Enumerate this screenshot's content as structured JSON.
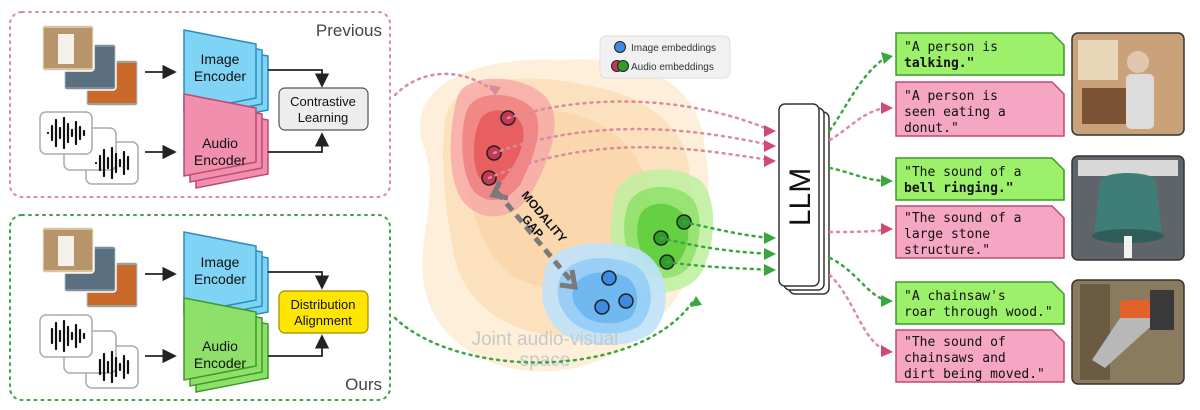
{
  "panels": {
    "previous": {
      "title": "Previous",
      "image_encoder": [
        "Image",
        "Encoder"
      ],
      "audio_encoder": [
        "Audio",
        "Encoder"
      ],
      "method": [
        "Contrastive",
        "Learning"
      ]
    },
    "ours": {
      "title": "Ours",
      "image_encoder": [
        "Image",
        "Encoder"
      ],
      "audio_encoder": [
        "Audio",
        "Encoder"
      ],
      "method": [
        "Distribution",
        "Alignment"
      ]
    }
  },
  "legend": {
    "image": "Image embeddings",
    "audio": "Audio embeddings"
  },
  "space": {
    "gap_label": [
      "MODALITY",
      "GAP"
    ],
    "joint_label": [
      "Joint audio-visual",
      "space"
    ]
  },
  "llm_label": "LLM",
  "captions": [
    {
      "green": [
        "\"A person is",
        "talking.\""
      ],
      "green_bold": [
        "",
        "talking"
      ],
      "pink": [
        "\"A person is",
        "seen eating a",
        "donut.\""
      ]
    },
    {
      "green": [
        "\"The sound of a",
        "bell ringing.\""
      ],
      "green_bold": [
        "",
        "ringing"
      ],
      "pink": [
        "\"The sound of a",
        "large stone",
        "structure.\""
      ]
    },
    {
      "green": [
        "\"A chainsaw's",
        "roar through wood.\""
      ],
      "green_bold": [
        "",
        "roar"
      ],
      "pink": [
        "\"The sound of",
        "chainsaws and",
        "dirt being moved.\""
      ]
    }
  ],
  "colors": {
    "image_encoder": "#7fd3f5",
    "audio_encoder_prev": "#f08fae",
    "audio_encoder_ours": "#8fe06a",
    "alignment": "#ffe600",
    "previous_border": "#d98c9c",
    "ours_border": "#3aa640",
    "caption_green": "#9cf06a",
    "caption_pink": "#f4a6c3"
  }
}
